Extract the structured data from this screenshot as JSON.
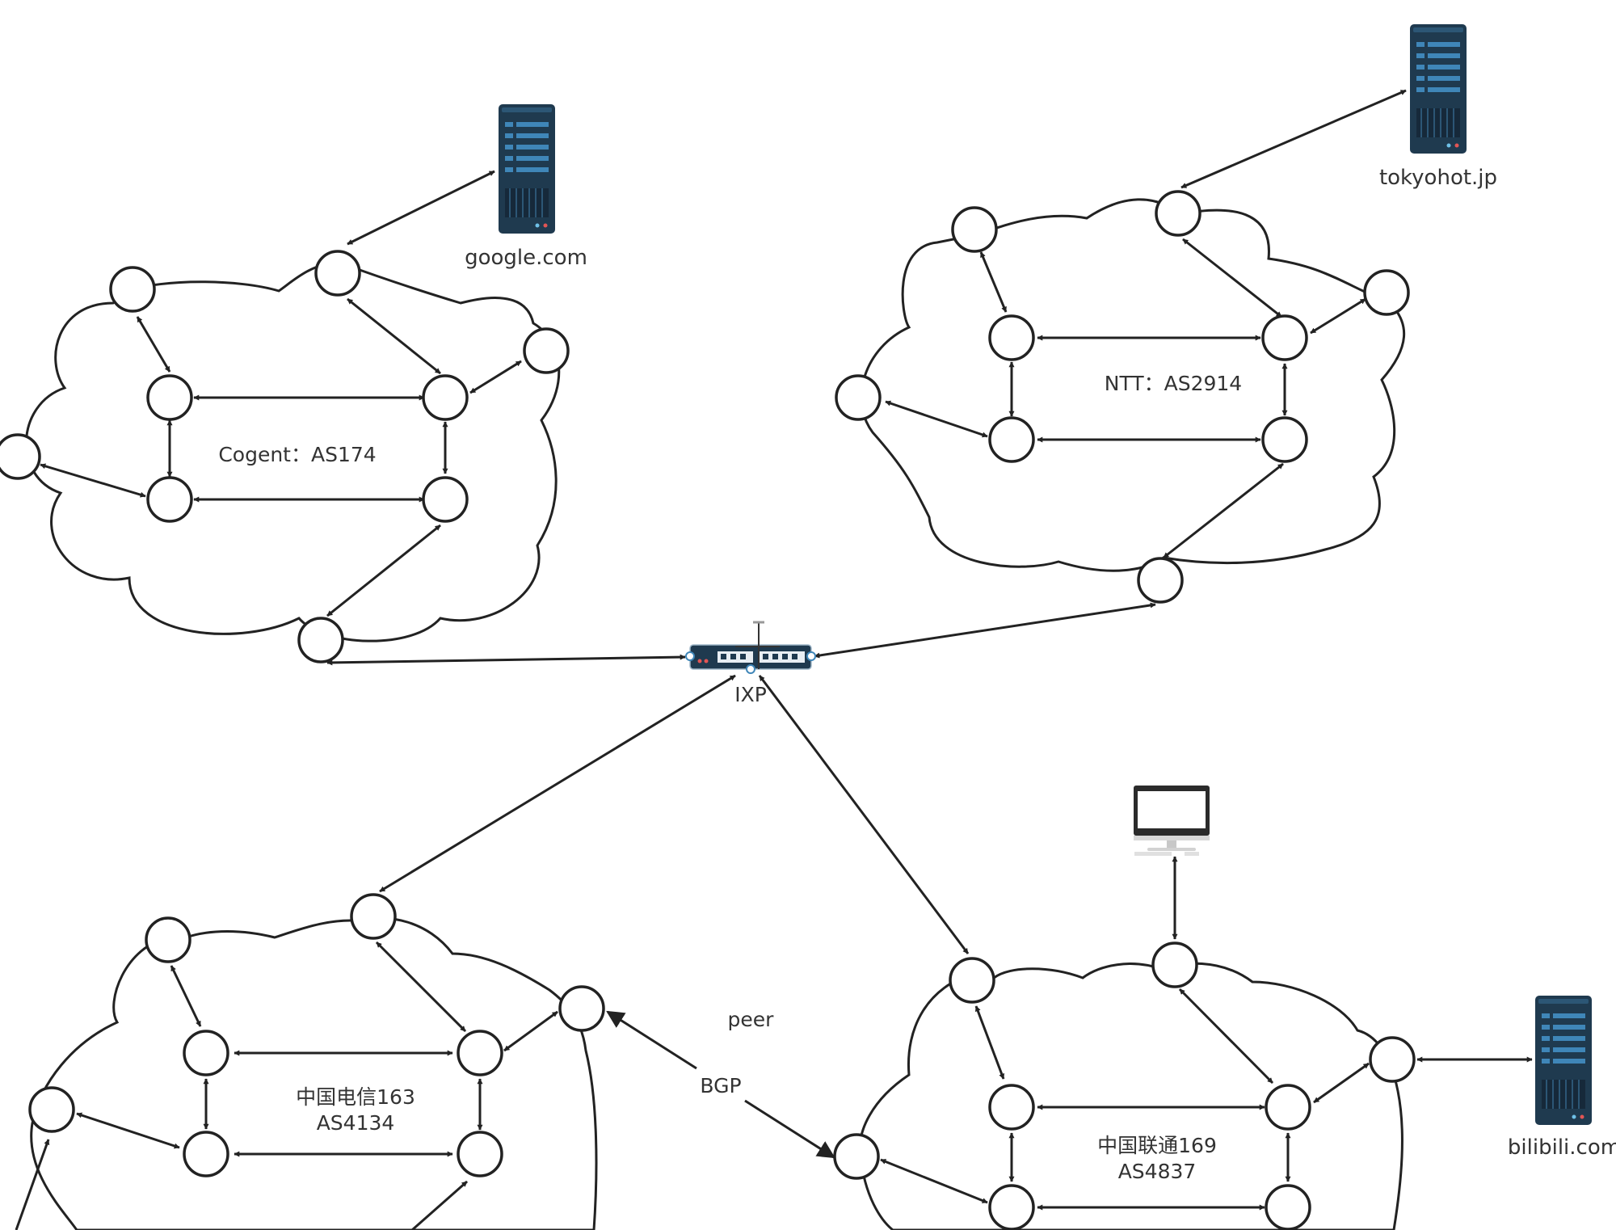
{
  "clouds": [
    {
      "id": "cogent",
      "label": "Cogent：AS174"
    },
    {
      "id": "ntt",
      "label": "NTT：AS2914"
    },
    {
      "id": "telecom",
      "label_line1": "中国电信163",
      "label_line2": "AS4134"
    },
    {
      "id": "unicom",
      "label_line1": "中国联通169",
      "label_line2": "AS4837"
    }
  ],
  "servers": {
    "google": "google.com",
    "tokyohot": "tokyohot.jp",
    "bilibili": "bilibili.com"
  },
  "ixp": {
    "label": "IXP"
  },
  "peering": {
    "peer_label": "peer",
    "bgp_label": "BGP"
  },
  "colors": {
    "stroke": "#222222",
    "server_body": "#1f3a4f",
    "server_accent": "#3f86b8",
    "label_text": "#333333"
  },
  "icons": [
    "server-icon",
    "switch-icon",
    "monitor-icon"
  ]
}
